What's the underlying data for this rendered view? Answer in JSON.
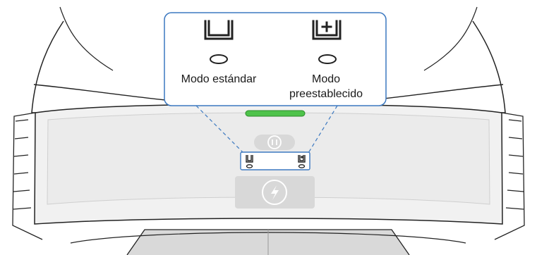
{
  "callout": {
    "standard_mode": {
      "label": "Modo estándar",
      "icon": "tray-icon"
    },
    "preset_mode": {
      "label_line1": "Modo",
      "label_line2": "preestablecido",
      "icon": "tray-plus-icon"
    }
  },
  "device": {
    "status_light_color": "#4ec34a",
    "callout_border_color": "#3b78c0",
    "controls": [
      "pause-button",
      "mode-switch-panel",
      "charge-button"
    ]
  }
}
